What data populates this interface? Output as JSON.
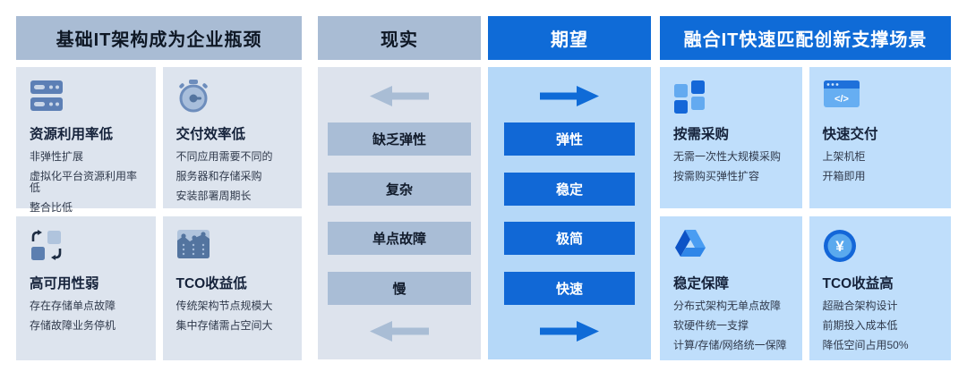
{
  "left_section": {
    "title": "基础IT架构成为企业瓶颈",
    "cards": [
      {
        "icon": "server-icon",
        "title": "资源利用率低",
        "lines": [
          "非弹性扩展",
          "虚拟化平台资源利用率低",
          "整合比低"
        ]
      },
      {
        "icon": "stopwatch-icon",
        "title": "交付效率低",
        "lines": [
          "不同应用需要不同的",
          "服务器和存储采购",
          "安装部署周期长"
        ]
      },
      {
        "icon": "sync-squares-icon",
        "title": "高可用性弱",
        "lines": [
          "存在存储单点故障",
          "存储故障业务停机"
        ]
      },
      {
        "icon": "area-chart-icon",
        "title": "TCO收益低",
        "lines": [
          "传统架构节点规模大",
          "集中存储需占空间大"
        ]
      }
    ]
  },
  "reality_column": {
    "title": "现实",
    "items": [
      "缺乏弹性",
      "复杂",
      "单点故障",
      "慢"
    ]
  },
  "expectation_column": {
    "title": "期望",
    "items": [
      "弹性",
      "稳定",
      "极简",
      "快速"
    ]
  },
  "right_section": {
    "title": "融合IT快速匹配创新支撑场景",
    "cards": [
      {
        "icon": "grid-blocks-icon",
        "title": "按需采购",
        "lines": [
          "无需一次性大规模采购",
          "按需购买弹性扩容"
        ]
      },
      {
        "icon": "code-window-icon",
        "title": "快速交付",
        "lines": [
          "上架机柜",
          "开箱即用"
        ]
      },
      {
        "icon": "drive-triangle-icon",
        "title": "稳定保障",
        "lines": [
          "分布式架构无单点故障",
          "软硬件统一支撑",
          "计算/存储/网络统一保障"
        ]
      },
      {
        "icon": "yen-coin-icon",
        "title": "TCO收益高",
        "lines": [
          "超融合架构设计",
          "前期投入成本低",
          "降低空间占用50%"
        ]
      }
    ]
  },
  "colors": {
    "accent_blue": "#0f6bd7",
    "header_gray": "#a9bcd4",
    "card_gray": "#dde4ee",
    "card_blue": "#bfdefb",
    "reality_panel": "#dde3ed",
    "expectation_panel": "#b5d8f8",
    "reality_item": "#a9bdd6",
    "expectation_item": "#1168d6",
    "icon_dark_gray_blue": "#5c7fb5",
    "icon_light_gray_blue": "#afc3dd",
    "icon_dark_blue": "#1467d8",
    "icon_light_blue": "#63aaf0"
  }
}
